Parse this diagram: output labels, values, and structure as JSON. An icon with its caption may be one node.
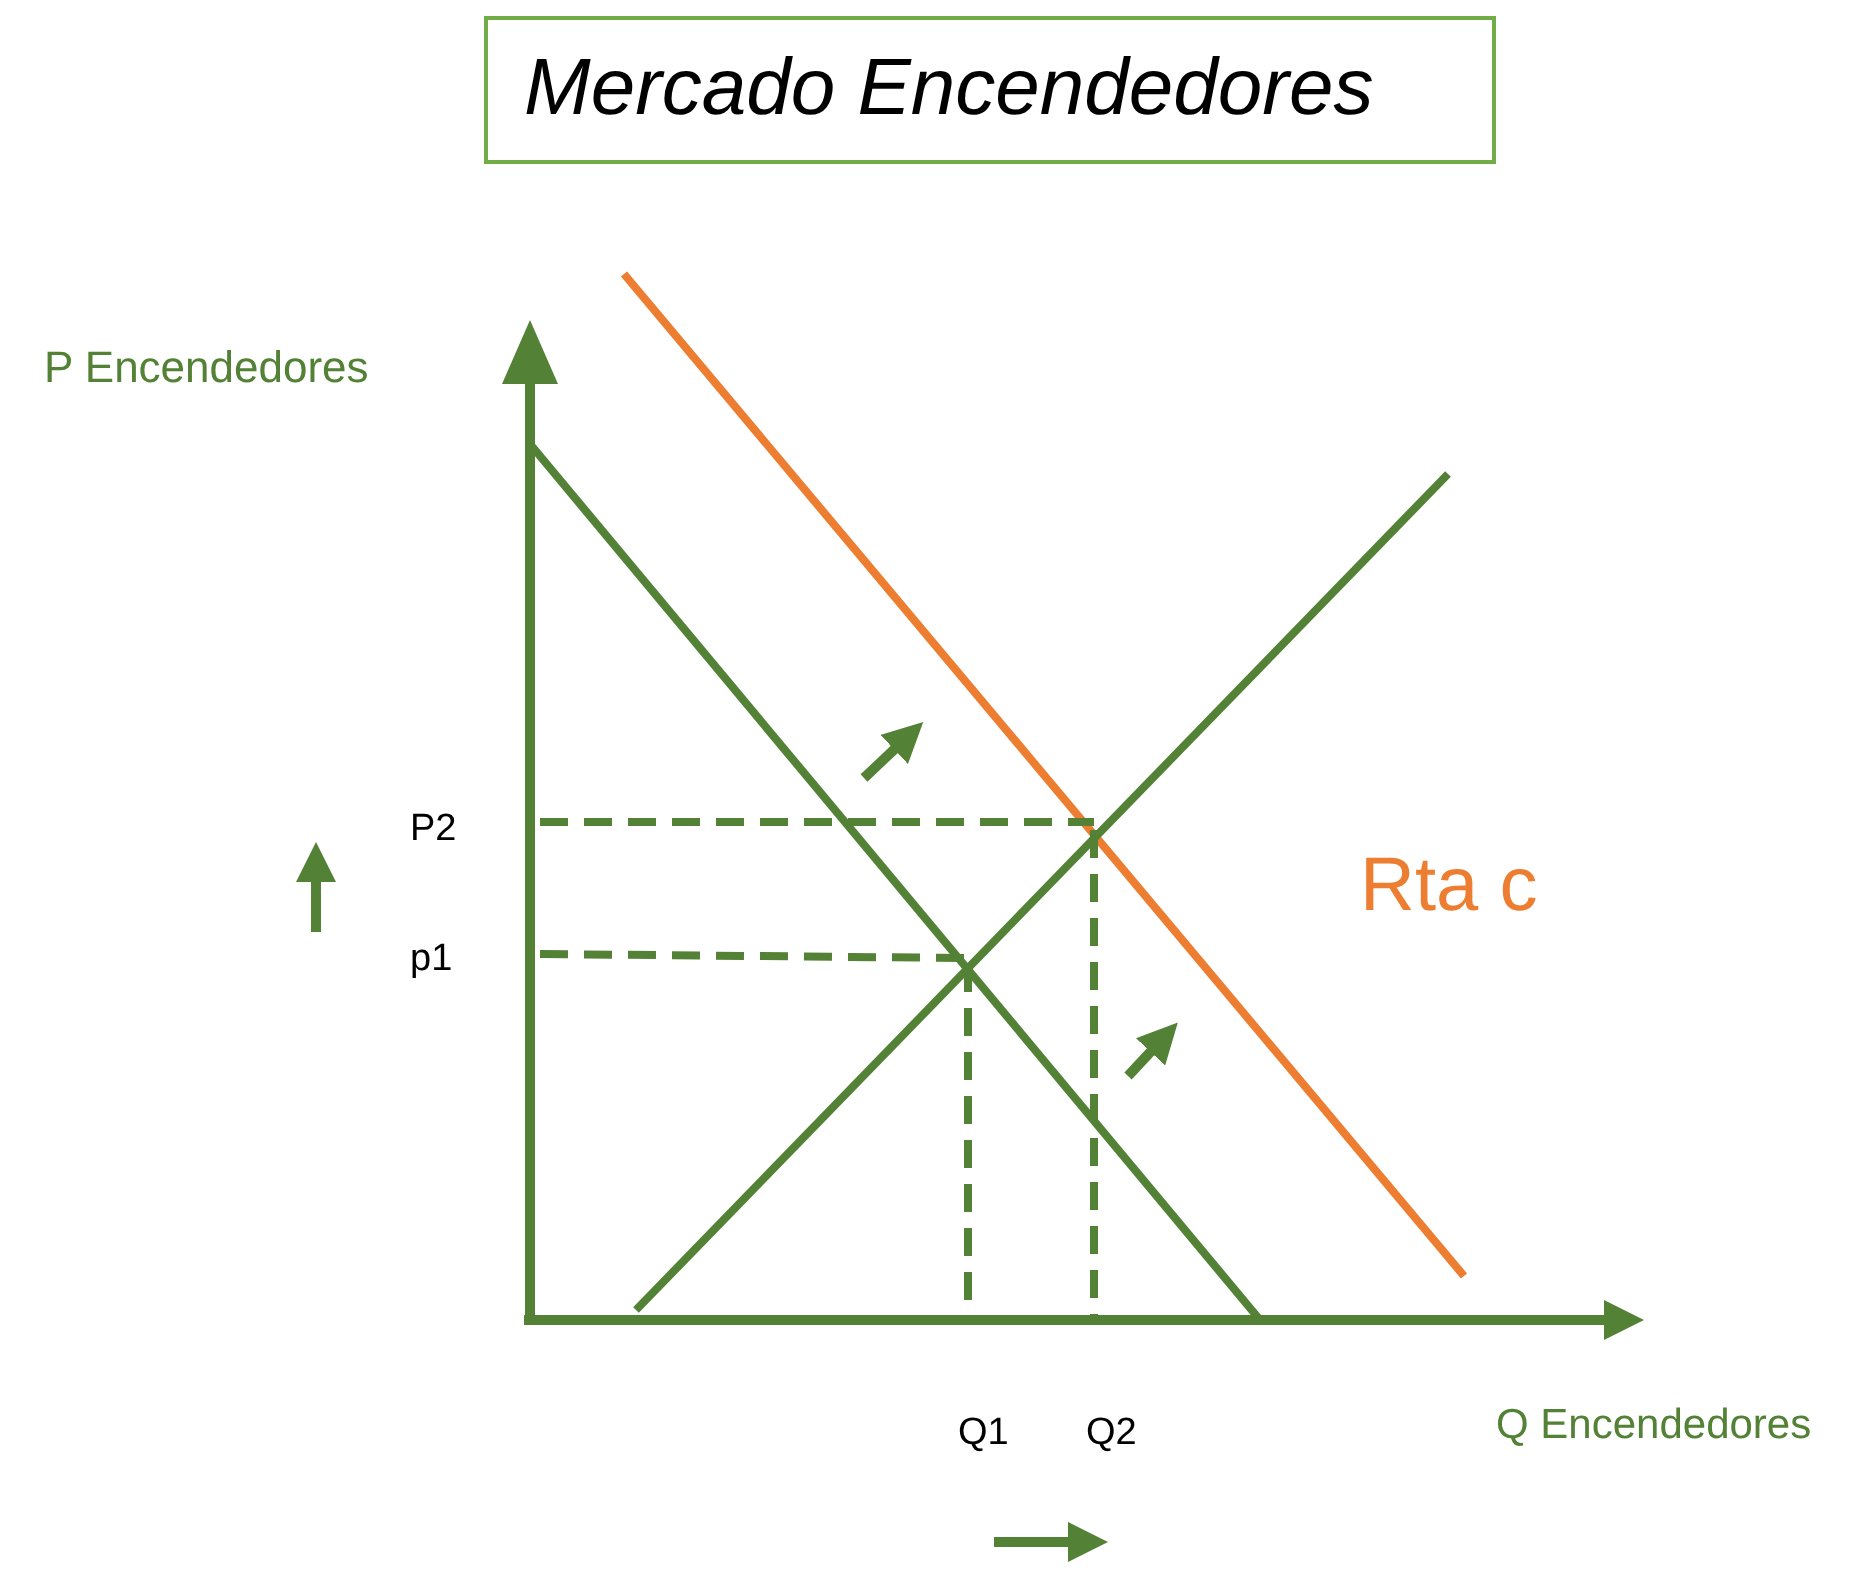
{
  "diagram": {
    "title": "Mercado Encendedores",
    "labels": [
      "P Encendedores",
      "P2",
      "p1",
      "Rta c",
      "Q1",
      "Q2",
      "Q Encendedores"
    ]
  }
}
